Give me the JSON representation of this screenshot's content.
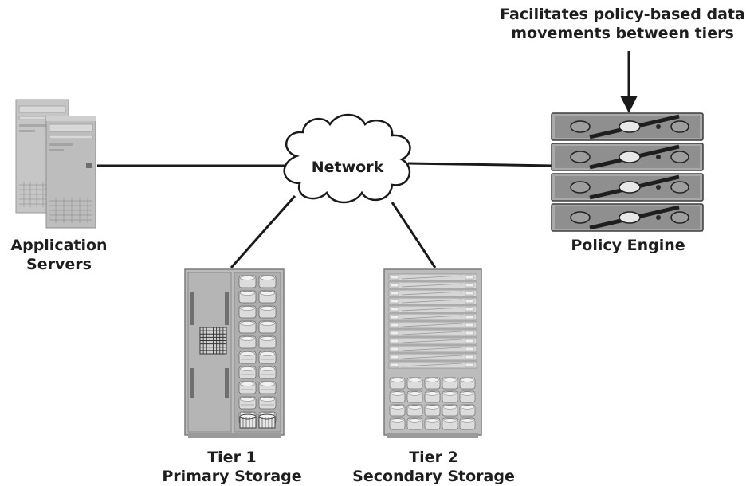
{
  "annotation": {
    "line1": "Facilitates policy-based data",
    "line2": "movements between tiers"
  },
  "network": {
    "label": "Network"
  },
  "app_servers": {
    "line1": "Application",
    "line2": "Servers"
  },
  "policy_engine": {
    "label": "Policy Engine"
  },
  "tier1": {
    "line1": "Tier 1",
    "line2": "Primary Storage"
  },
  "tier2": {
    "line1": "Tier 2",
    "line2": "Secondary Storage"
  },
  "colors": {
    "line": "#1a1a1a",
    "device_body": "#b9b9b9",
    "device_dark": "#8c8c8c",
    "device_light": "#e3e3e3"
  }
}
